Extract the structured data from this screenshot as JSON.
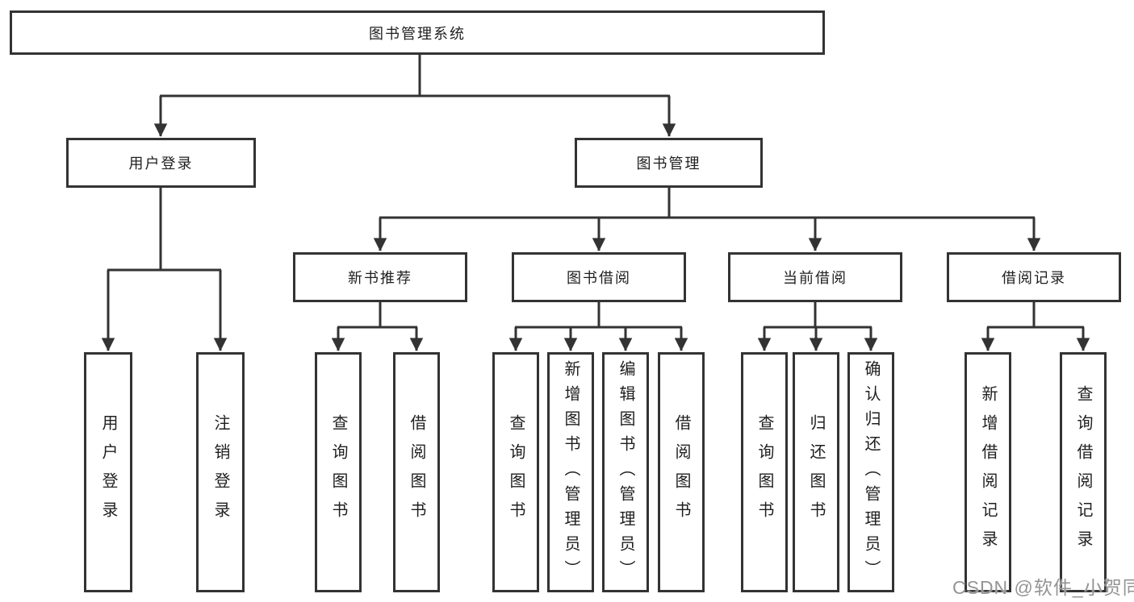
{
  "tree": {
    "root": {
      "label": "图书管理系统"
    },
    "branches": [
      {
        "label": "用户登录",
        "leaves": [
          {
            "label": "用户登录"
          },
          {
            "label": "注销登录"
          }
        ]
      },
      {
        "label": "图书管理",
        "groups": [
          {
            "label": "新书推荐",
            "leaves": [
              {
                "label": "查询图书"
              },
              {
                "label": "借阅图书"
              }
            ]
          },
          {
            "label": "图书借阅",
            "leaves": [
              {
                "label": "查询图书"
              },
              {
                "label": "新增图书（管理员）"
              },
              {
                "label": "编辑图书（管理员）"
              },
              {
                "label": "借阅图书"
              }
            ]
          },
          {
            "label": "当前借阅",
            "leaves": [
              {
                "label": "查询图书"
              },
              {
                "label": "归还图书"
              },
              {
                "label": "确认归还（管理员）"
              }
            ]
          },
          {
            "label": "借阅记录",
            "leaves": [
              {
                "label": "新增借阅记录"
              },
              {
                "label": "查询借阅记录"
              }
            ]
          }
        ]
      }
    ]
  },
  "watermark": {
    "text": "CSDN @软件_小贺同学"
  },
  "colors": {
    "line": "#333333",
    "border": "#333333",
    "text": "#1f1f1f",
    "watermark": "#949494",
    "background": "#ffffff"
  }
}
